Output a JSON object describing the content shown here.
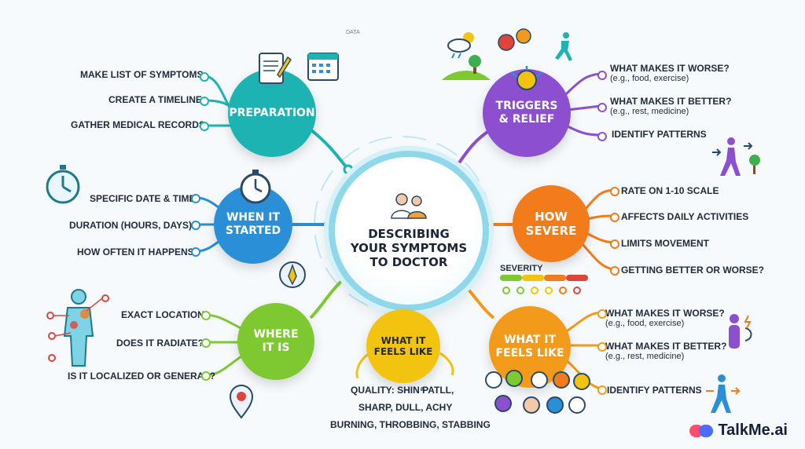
{
  "center": {
    "title_lines": [
      "DESCRIBING",
      "YOUR SYMPTOMS",
      "TO DOCTOR"
    ]
  },
  "colors": {
    "preparation": "#1eb3b3",
    "when_started": "#2a8fd6",
    "where": "#7ec832",
    "feels_like_yellow": "#f2c30f",
    "feels_like_orange": "#f29a1a",
    "how_severe": "#f27b1a",
    "triggers": "#8c4fd0"
  },
  "branches": {
    "preparation": {
      "title_lines": [
        "PREPARATION"
      ],
      "items": [
        "MAKE LIST OF SYMPTOMS",
        "CREATE A TIMELINE",
        "GATHER MEDICAL RECORDS"
      ]
    },
    "when_started": {
      "title_lines": [
        "WHEN IT",
        "STARTED"
      ],
      "items": [
        "SPECIFIC DATE & TIME",
        "DURATION (HOURS, DAYS)",
        "HOW OFTEN IT HAPPENS"
      ]
    },
    "where": {
      "title_lines": [
        "WHERE",
        "IT IS"
      ],
      "items": [
        "EXACT LOCATION",
        "DOES IT RADIATE?",
        "IS IT LOCALIZED OR GENERAL?"
      ]
    },
    "feels_like_yellow": {
      "title_lines": [
        "WHAT IT",
        "FEELS LIKE"
      ],
      "items": [
        "QUALITY: SHIN ͣPATLL,",
        "SHARP, DULL, ACHY",
        "BURNING, THROBBING, STABBING"
      ]
    },
    "feels_like_orange": {
      "title_lines": [
        "WHAT IT",
        "FEELS LIKE"
      ],
      "items": [
        {
          "main": "WHAT MAKES IT WORSE?",
          "sub": "(e.g., food, exercise)"
        },
        {
          "main": "WHAT MAKES IT BETTER?",
          "sub": "(e.g., rest, medicine)"
        },
        {
          "main": "IDENTIFY PATTERNS",
          "sub": ""
        }
      ]
    },
    "how_severe": {
      "title_lines": [
        "HOW",
        "SEVERE"
      ],
      "items": [
        "RATE ON 1-10 SCALE",
        "AFFECTS DAILY ACTIVITIES",
        "LIMITS MOVEMENT",
        "GETTING BETTER OR WORSE?"
      ],
      "severity_label": "SEVERITY"
    },
    "triggers": {
      "title_lines": [
        "TRIGGERS",
        "& RELIEF"
      ],
      "items": [
        {
          "main": "WHAT MAKES IT WORSE?",
          "sub": "(e.g., food, exercise)"
        },
        {
          "main": "WHAT MAKES IT BETTER?",
          "sub": "(e.g., rest, medicine)"
        },
        {
          "main": "IDENTIFY PATTERNS",
          "sub": ""
        }
      ]
    }
  },
  "tag_text": "DATA",
  "brand": {
    "name": "TalkMe.ai"
  }
}
